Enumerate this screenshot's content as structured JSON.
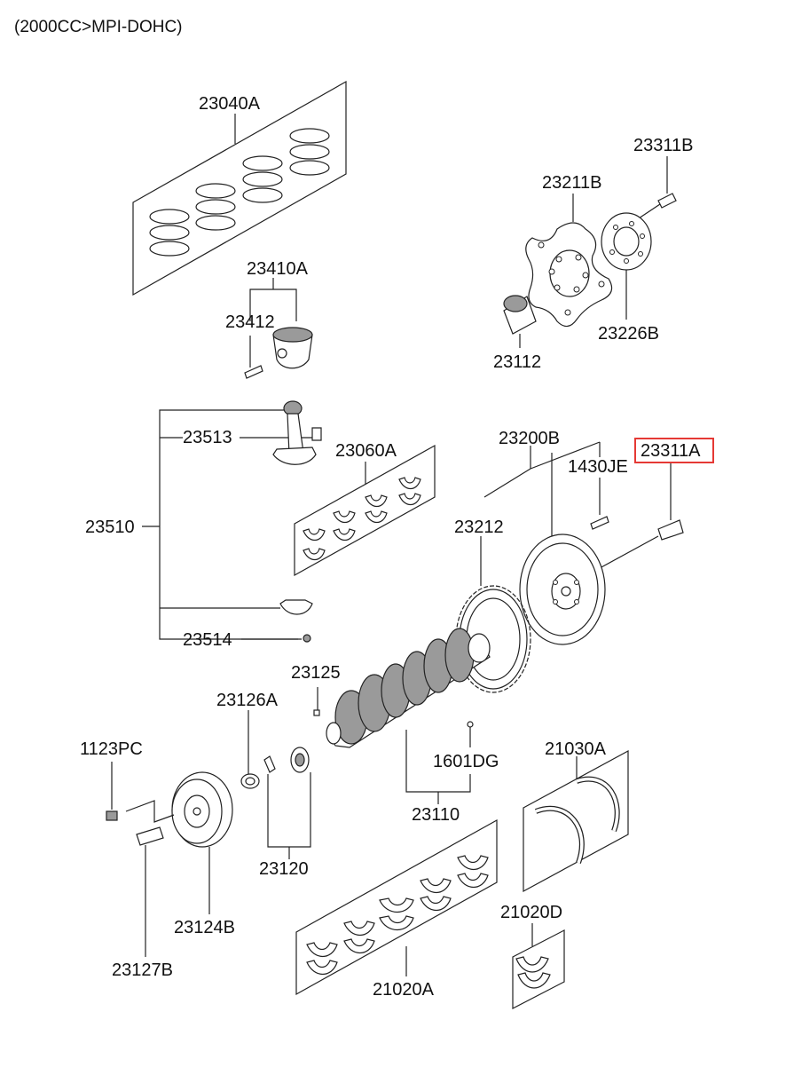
{
  "header": {
    "title": "(2000CC>MPI-DOHC)"
  },
  "parts": {
    "p23040A": "23040A",
    "p23410A": "23410A",
    "p23412": "23412",
    "p23311B": "23311B",
    "p23211B": "23211B",
    "p23226B": "23226B",
    "p23112": "23112",
    "p23513": "23513",
    "p23060A": "23060A",
    "p23200B": "23200B",
    "p23311A": "23311A",
    "p1430JE": "1430JE",
    "p23510": "23510",
    "p23212": "23212",
    "p23514": "23514",
    "p23125": "23125",
    "p23126A": "23126A",
    "p1123PC": "1123PC",
    "p1601DG": "1601DG",
    "p21030A": "21030A",
    "p23110": "23110",
    "p23120": "23120",
    "p21020D": "21020D",
    "p23124B": "23124B",
    "p23127B": "23127B",
    "p21020A": "21020A"
  },
  "highlight": {
    "part": "23311A",
    "color": "#e53935"
  }
}
